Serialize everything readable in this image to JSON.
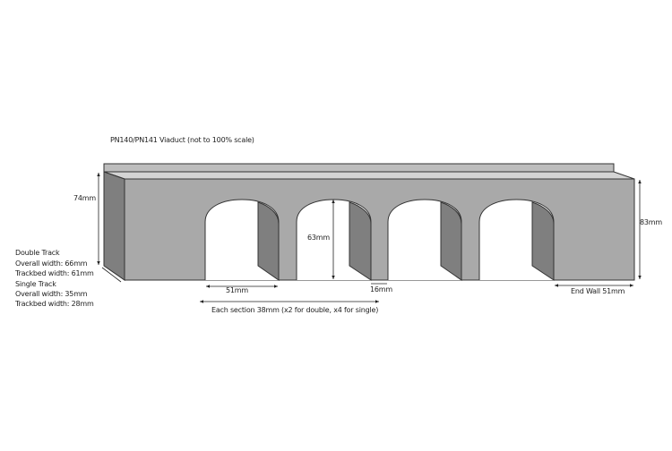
{
  "title": "PN140/PN141 Viaduct (not to 100% scale)",
  "dimensions": {
    "height_side": "74mm",
    "arch_height": "63mm",
    "end_height": "83mm",
    "arch_width": "51mm",
    "pillar_width": "16mm",
    "end_wall": "End Wall 51mm",
    "section": "Each section 38mm (x2 for double, x4 for single)"
  },
  "specs": {
    "double_heading": "Double Track",
    "double_overall": "Overall width: 66mm",
    "double_trackbed": "Trackbed width: 61mm",
    "single_heading": "Single Track",
    "single_overall": "Overall width: 35mm",
    "single_trackbed": "Trackbed width: 28mm"
  },
  "colors": {
    "face": "#a9a9a9",
    "side": "#7f7f7f",
    "deck": "#d4d4d4",
    "outline": "#333333"
  }
}
